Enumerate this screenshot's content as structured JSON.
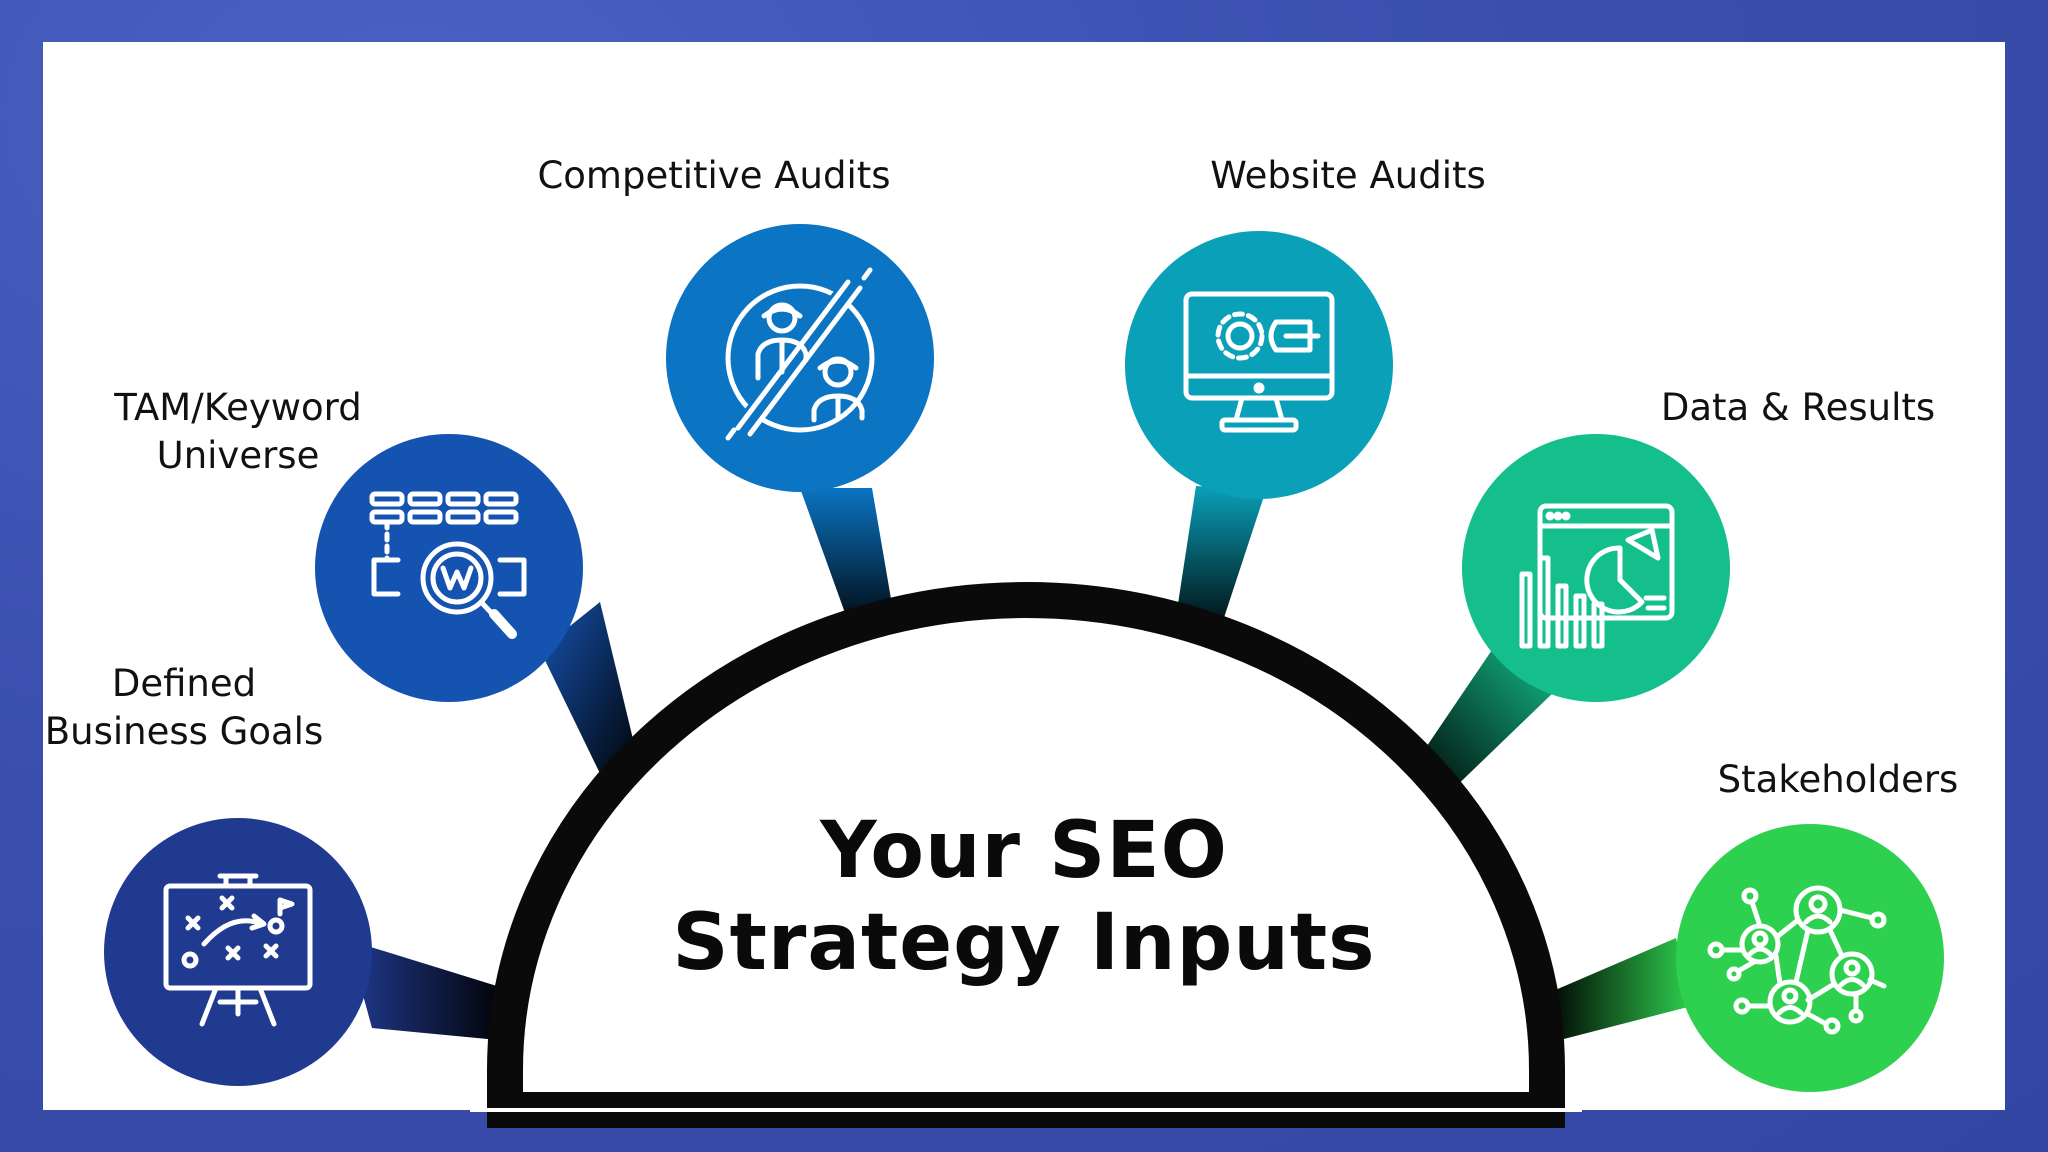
{
  "center": {
    "title_line1": "Your SEO",
    "title_line2": "Strategy Inputs"
  },
  "nodes": [
    {
      "id": "goals",
      "label_lines": [
        "Defined",
        "Business Goals"
      ],
      "color": "#203a8f",
      "icon": "strategy-board-icon"
    },
    {
      "id": "tam",
      "label_lines": [
        "TAM/Keyword",
        "Universe"
      ],
      "color": "#1553b0",
      "icon": "keyword-search-icon"
    },
    {
      "id": "competitive",
      "label_lines": [
        "Competitive Audits"
      ],
      "color": "#0b74c3",
      "icon": "competitor-compare-icon"
    },
    {
      "id": "website",
      "label_lines": [
        "Website Audits"
      ],
      "color": "#0aa0b8",
      "icon": "monitor-settings-icon"
    },
    {
      "id": "data",
      "label_lines": [
        "Data & Results"
      ],
      "color": "#14bf8c",
      "icon": "analytics-chart-icon"
    },
    {
      "id": "stakeholders",
      "label_lines": [
        "Stakeholders"
      ],
      "color": "#2ed04f",
      "icon": "people-network-icon"
    }
  ]
}
